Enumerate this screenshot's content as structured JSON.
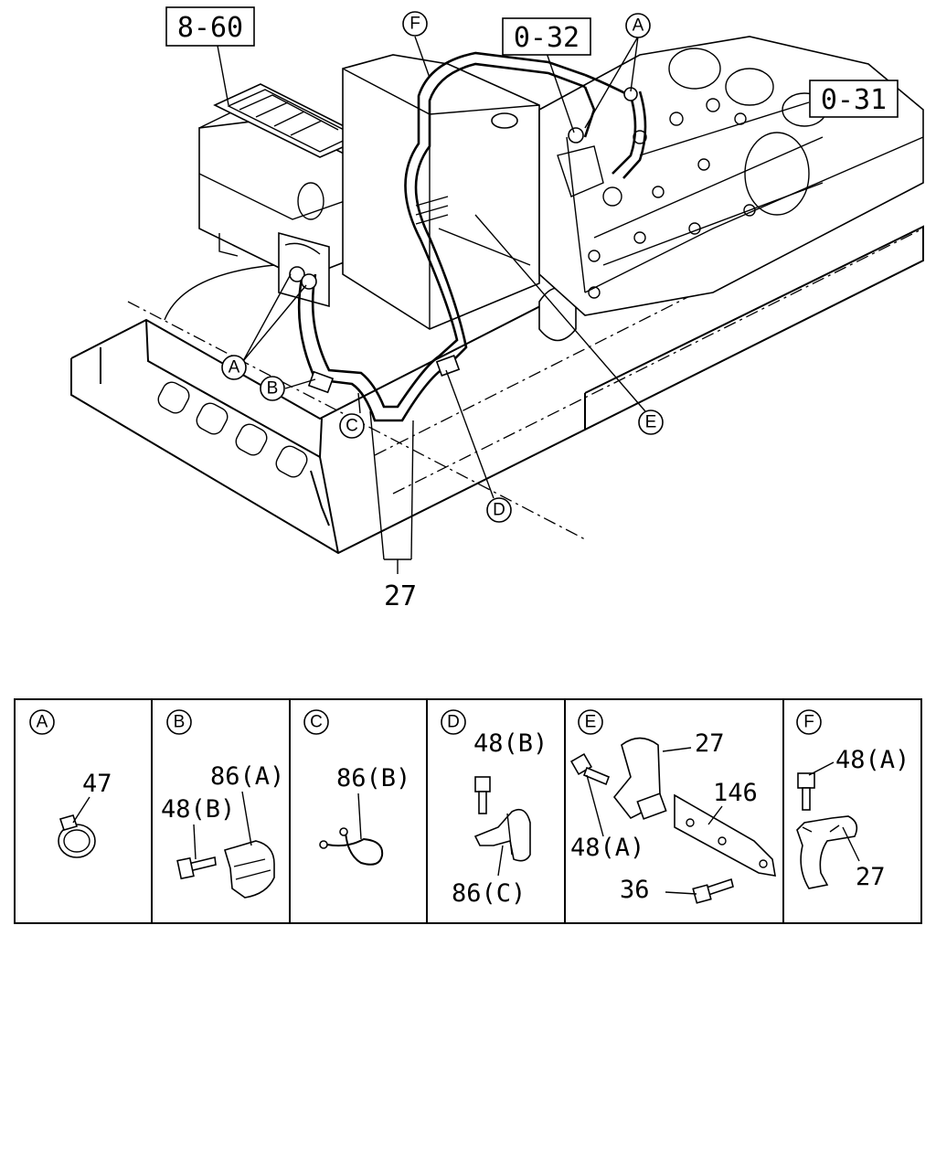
{
  "callouts": {
    "heater_unit_ref": "8-60",
    "engine_ref_top": "0-32",
    "engine_ref_side": "0-31",
    "hose_part": "27"
  },
  "view_markers": {
    "a": "A",
    "b": "B",
    "c": "C",
    "d": "D",
    "e": "E",
    "f": "F"
  },
  "details": [
    {
      "marker": "A",
      "parts": [
        "47"
      ]
    },
    {
      "marker": "B",
      "parts": [
        "86(A)",
        "48(B)"
      ]
    },
    {
      "marker": "C",
      "parts": [
        "86(B)"
      ]
    },
    {
      "marker": "D",
      "parts": [
        "48(B)",
        "86(C)"
      ]
    },
    {
      "marker": "E",
      "parts": [
        "27",
        "146",
        "48(A)",
        "36"
      ]
    },
    {
      "marker": "F",
      "parts": [
        "48(A)",
        "27"
      ]
    }
  ]
}
